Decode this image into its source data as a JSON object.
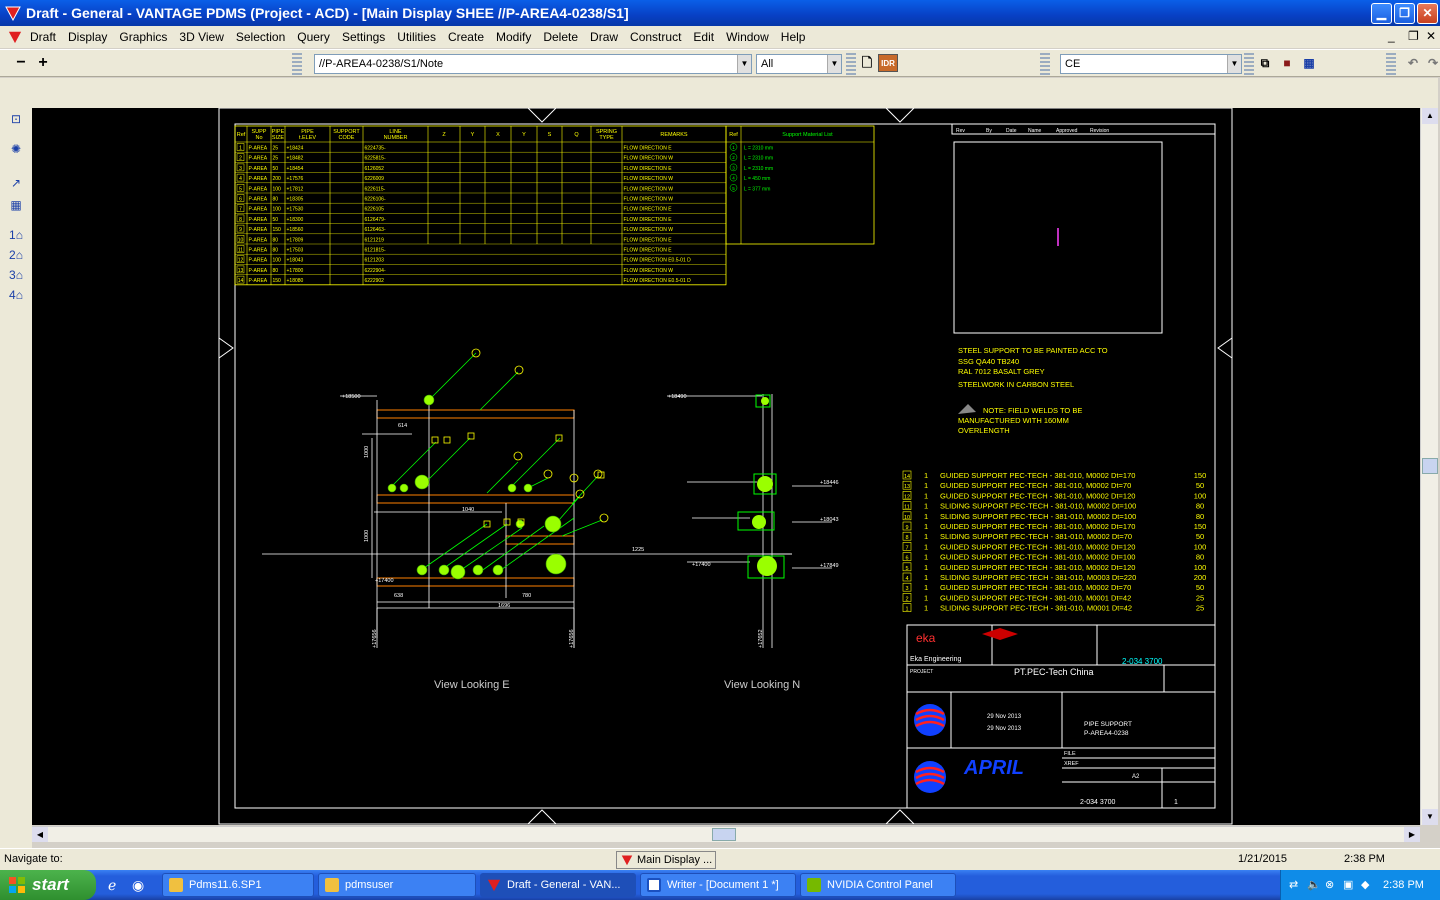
{
  "window": {
    "title": "Draft - General - VANTAGE PDMS (Project - ACD) - [Main Display   SHEE  //P-AREA4-0238/S1]"
  },
  "menu": [
    "Draft",
    "Display",
    "Graphics",
    "3D View",
    "Selection",
    "Query",
    "Settings",
    "Utilities",
    "Create",
    "Modify",
    "Delete",
    "Draw",
    "Construct",
    "Edit",
    "Window",
    "Help"
  ],
  "toolbar": {
    "element_combo": "//P-AREA4-0238/S1/Note",
    "filter_combo": "All",
    "ce_combo": "CE"
  },
  "colors": {
    "pipe": "#ff8000",
    "text": "#ffff00",
    "green": "#00ff00",
    "white": "#ffffff",
    "cyan": "#00ffff",
    "red": "#ff2020",
    "canvas": "#000000"
  },
  "table": {
    "headers": [
      "Ref",
      "SUPP No",
      "PIPE SIZE",
      "PIPE t.ELEV",
      "SUPPORT CODE",
      "LINE NUMBER",
      "Z",
      "Y",
      "X",
      "Y",
      "S",
      "Q",
      "SPRING TYPE",
      "REMARKS",
      "Ref",
      "Support Material List"
    ],
    "rows": [
      [
        "1",
        "P-AREA",
        "25",
        "+18424",
        "",
        "6224735-",
        "",
        "",
        "",
        "",
        "",
        "",
        "",
        "FLOW DIRECTION E"
      ],
      [
        "2",
        "P-AREA",
        "25",
        "+18482",
        "",
        "6225815-",
        "",
        "",
        "",
        "",
        "",
        "",
        "",
        "FLOW DIRECTION W"
      ],
      [
        "3",
        "P-AREA",
        "50",
        "+18454",
        "",
        "6126052",
        "",
        "",
        "",
        "",
        "",
        "",
        "",
        "FLOW DIRECTION E"
      ],
      [
        "4",
        "P-AREA",
        "200",
        "+17576",
        "",
        "6226009",
        "",
        "",
        "",
        "",
        "",
        "",
        "",
        "FLOW DIRECTION W"
      ],
      [
        "5",
        "P-AREA",
        "100",
        "+17812",
        "",
        "6226115-",
        "",
        "",
        "",
        "",
        "",
        "",
        "",
        "FLOW DIRECTION W"
      ],
      [
        "6",
        "P-AREA",
        "80",
        "+18305",
        "",
        "6226106-",
        "",
        "",
        "",
        "",
        "",
        "",
        "",
        "FLOW DIRECTION W"
      ],
      [
        "7",
        "P-AREA",
        "100",
        "+17530",
        "",
        "6226105",
        "",
        "",
        "",
        "",
        "",
        "",
        "",
        "FLOW DIRECTION E"
      ],
      [
        "8",
        "P-AREA",
        "50",
        "+18300",
        "",
        "6126479-",
        "",
        "",
        "",
        "",
        "",
        "",
        "",
        "FLOW DIRECTION E"
      ],
      [
        "9",
        "P-AREA",
        "150",
        "+18560",
        "",
        "6126463-",
        "",
        "",
        "",
        "",
        "",
        "",
        "",
        "FLOW DIRECTION W"
      ],
      [
        "10",
        "P-AREA",
        "80",
        "+17809",
        "",
        "6121219",
        "",
        "",
        "",
        "",
        "",
        "",
        "",
        "FLOW DIRECTION E"
      ],
      [
        "11",
        "P-AREA",
        "80",
        "+17503",
        "",
        "6121815-",
        "",
        "",
        "",
        "",
        "",
        "",
        "",
        "FLOW DIRECTION E"
      ],
      [
        "12",
        "P-AREA",
        "100",
        "+18043",
        "",
        "6121203",
        "",
        "",
        "",
        "",
        "",
        "",
        "",
        "FLOW DIRECTION E0.5-01 D"
      ],
      [
        "13",
        "P-AREA",
        "80",
        "+17800",
        "",
        "6222904-",
        "",
        "",
        "",
        "",
        "",
        "",
        "",
        "FLOW DIRECTION W"
      ],
      [
        "14",
        "P-AREA",
        "150",
        "+18080",
        "",
        "6222902",
        "",
        "",
        "",
        "",
        "",
        "",
        "",
        "FLOW DIRECTION E0.5-01 D"
      ]
    ],
    "material": [
      [
        "1",
        "L = 2310 mm"
      ],
      [
        "2",
        "L = 2310 mm"
      ],
      [
        "3",
        "L = 2310 mm"
      ],
      [
        "4",
        "L = 450 mm"
      ],
      [
        "5",
        "L = 377 mm"
      ]
    ]
  },
  "revision_headers": [
    "Rev",
    "By",
    "Date",
    "Name",
    "Approved",
    "Revision"
  ],
  "notes": [
    "STEEL SUPPORT TO BE PAINTED ACC TO",
    "SSG QA40 TB240",
    "RAL 7012 BASALT GREY",
    "STEELWORK IN CARBON STEEL"
  ],
  "field_note": [
    "NOTE: FIELD WELDS TO BE",
    "MANUFACTURED WITH 160MM",
    "OVERLENGTH"
  ],
  "support_list": [
    [
      "14",
      "1",
      "GUIDED SUPPORT PEC-TECH - 381-010, M0002 Dt=170",
      "150"
    ],
    [
      "13",
      "1",
      "GUIDED SUPPORT PEC-TECH - 381-010, M0002 Dt=70",
      "50"
    ],
    [
      "12",
      "1",
      "GUIDED SUPPORT PEC-TECH - 381-010, M0002 Dt=120",
      "100"
    ],
    [
      "11",
      "1",
      "SLIDING SUPPORT PEC-TECH - 381-010, M0002 Dt=100",
      "80"
    ],
    [
      "10",
      "1",
      "SLIDING SUPPORT PEC-TECH - 381-010, M0002 Dt=100",
      "80"
    ],
    [
      "9",
      "1",
      "GUIDED SUPPORT PEC-TECH - 381-010, M0002 Dt=170",
      "150"
    ],
    [
      "8",
      "1",
      "SLIDING SUPPORT PEC-TECH - 381-010, M0002 Dt=70",
      "50"
    ],
    [
      "7",
      "1",
      "GUIDED SUPPORT PEC-TECH - 381-010, M0002 Dt=120",
      "100"
    ],
    [
      "6",
      "1",
      "GUIDED SUPPORT PEC-TECH - 381-010, M0002 Dt=100",
      "80"
    ],
    [
      "5",
      "1",
      "GUIDED SUPPORT PEC-TECH - 381-010, M0002 Dt=120",
      "100"
    ],
    [
      "4",
      "1",
      "SLIDING SUPPORT PEC-TECH - 381-010, M0003 Dt=220",
      "200"
    ],
    [
      "3",
      "1",
      "GUIDED SUPPORT PEC-TECH - 381-010, M0002 Dt=70",
      "50"
    ],
    [
      "2",
      "1",
      "GUIDED SUPPORT PEC-TECH - 381-010, M0001 Dt=42",
      "25"
    ],
    [
      "1",
      "1",
      "SLIDING SUPPORT PEC-TECH - 381-010, M0001 Dt=42",
      "25"
    ]
  ],
  "titleblock": {
    "eka": "eka",
    "eka_eng": "Eka Engineering",
    "drawing_no_top": "2-034 3700",
    "project_label": "PROJECT",
    "project": "PT.PEC-Tech China",
    "date1": "29 Nov 2013",
    "date2": "29 Nov 2013",
    "title1": "PIPE SUPPORT",
    "title2": "P-AREA4-0238",
    "file": "FILE",
    "xref": "XREF",
    "size": "A2",
    "april": "APRIL",
    "drawing_no": "2-034 3700",
    "sheet": "1"
  },
  "views": {
    "east": "View Looking E",
    "north": "View Looking N"
  },
  "dims": {
    "elev1": "+18500",
    "elev2": "+17400",
    "d614": "614",
    "d1040": "1040",
    "d1225": "1225",
    "d780": "780",
    "d638": "638",
    "d1696": "1696",
    "vert1": "1000",
    "vert2": "1000",
    "bottom1": "+17656",
    "bottom2": "+17656",
    "n_elev1": "+18490",
    "n_elev2": "+17400",
    "n_bottom": "+17652",
    "n_e1": "+18446",
    "n_e2": "+18043",
    "n_e3": "+17849"
  },
  "status": {
    "navigate": "Navigate to:",
    "main_display": "Main Display ...",
    "date": "1/21/2015",
    "time": "2:38 PM"
  },
  "taskbar": {
    "start": "start",
    "tasks": [
      "Pdms11.6.SP1",
      "pdmsuser",
      "Draft - General - VAN...",
      "Writer - [Document 1 *]",
      "NVIDIA Control Panel"
    ],
    "clock": "2:38 PM"
  }
}
